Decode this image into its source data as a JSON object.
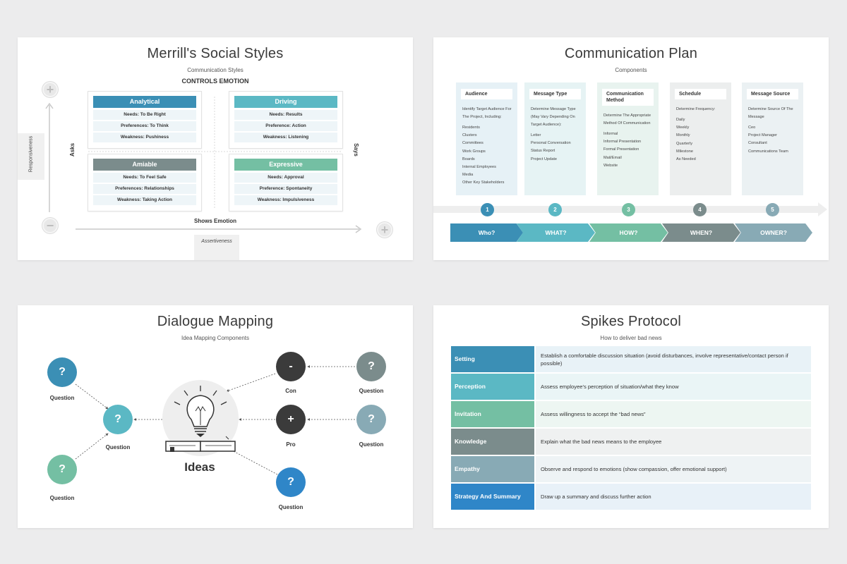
{
  "colors": {
    "blue": "#3b8fb5",
    "teal": "#5bb8c4",
    "green": "#74bfa3",
    "gray": "#7b8c8c",
    "slate": "#88aab5",
    "bright_blue": "#2f86c8",
    "dark": "#3b3b3b"
  },
  "social_styles": {
    "title": "Merrill's Social Styles",
    "subtitle": "Communication Styles",
    "top_label": "CONTROLS EMOTION",
    "bottom_label": "Shows Emotion",
    "left_label": "Asks",
    "right_label": "Says",
    "y_axis_label": "Responsiveness",
    "x_axis_label": "Assertiveness",
    "plus_glyph": "+",
    "minus_glyph": "−",
    "quadrants": [
      {
        "name": "Analytical",
        "rows": [
          "Needs: To Be Right",
          "Preferences: To Think",
          "Weakness: Pushiness"
        ]
      },
      {
        "name": "Driving",
        "rows": [
          "Needs: Results",
          "Preference: Action",
          "Weakness: Listening"
        ]
      },
      {
        "name": "Amiable",
        "rows": [
          "Needs: To Feel Safe",
          "Preferences: Relationships",
          "Weakness: Taking Action"
        ]
      },
      {
        "name": "Expressive",
        "rows": [
          "Needs: Approval",
          "Preference: Spontaneity",
          "Weakness: Impulsiveness"
        ]
      }
    ]
  },
  "comm_plan": {
    "title": "Communication Plan",
    "subtitle": "Components",
    "columns": [
      {
        "header": "Audience",
        "desc": "Identify Target Audience For The Project, Including:",
        "items": [
          "Residents",
          "Clusters",
          "Committees",
          "Work Groups",
          "Boards",
          "Internal Employees",
          "Media",
          "Other Key Stakeholders"
        ]
      },
      {
        "header": "Message Type",
        "desc": "Determine Message Type (May Vary Depending On Target Audience):",
        "items": [
          "Letter",
          "Personal Conversation",
          "Status Report",
          "Project Update"
        ]
      },
      {
        "header": "Communication Method",
        "desc": "Determine The Appropriate Method Of Communication",
        "items": [
          "Informal",
          "Informal Presentation",
          "Formal Presentation",
          "Mail/Email",
          "Website"
        ]
      },
      {
        "header": "Schedule",
        "desc": "Determine Frequency:",
        "items": [
          "Daily",
          "Weekly",
          "Monthly",
          "Quarterly",
          "Milestone",
          "As Needed"
        ]
      },
      {
        "header": "Message Source",
        "desc": "Determine Source Of The Message",
        "items": [
          "Ceo",
          "Project Manager",
          "Consultant",
          "Communications Team"
        ]
      }
    ],
    "steps": [
      "1",
      "2",
      "3",
      "4",
      "5"
    ],
    "arrows": [
      "Who?",
      "WHAT?",
      "HOW?",
      "WHEN?",
      "OWNER?"
    ]
  },
  "dialogue": {
    "title": "Dialogue Mapping",
    "subtitle": "Idea Mapping Components",
    "center_label": "Ideas",
    "question_glyph": "?",
    "minus_glyph": "-",
    "plus_glyph": "+",
    "labels": {
      "q_top_left": "Question",
      "q_center": "Question",
      "q_bottom_left": "Question",
      "con": "Con",
      "pro": "Pro",
      "q_top_right": "Question",
      "q_mid_right": "Question",
      "q_bottom": "Question"
    }
  },
  "spikes": {
    "title": "Spikes Protocol",
    "subtitle": "How to deliver bad news",
    "rows": [
      {
        "key": "Setting",
        "value": "Establish a comfortable discussion situation (avoid disturbances, involve representative/contact person if possible)"
      },
      {
        "key": "Perception",
        "value": "Assess employee's perception of situation/what they know"
      },
      {
        "key": "Invitation",
        "value": "Assess willingness to accept the “bad news”"
      },
      {
        "key": "Knowledge",
        "value": "Explain what the bad news means to the employee"
      },
      {
        "key": "Empathy",
        "value": "Observe and respond to emotions (show compassion, offer emotional support)"
      },
      {
        "key": "Strategy And Summary",
        "value": "Draw up a summary and discuss further action"
      }
    ]
  }
}
